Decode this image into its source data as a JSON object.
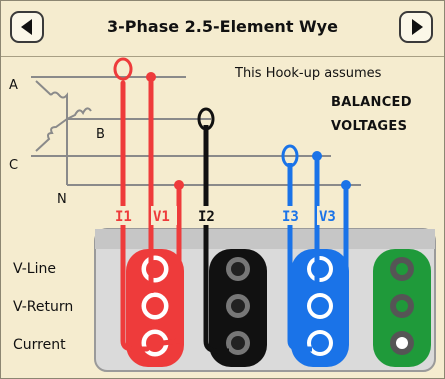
{
  "title": "3-Phase 2.5-Element Wye",
  "nav": {
    "prev_icon": "triangle-left-icon",
    "next_icon": "triangle-right-icon"
  },
  "note": {
    "line1": "This Hook-up assumes",
    "line2": "BALANCED",
    "line3": "VOLTAGES"
  },
  "phases": {
    "a": "A",
    "b": "B",
    "c": "C",
    "n": "N"
  },
  "probes": {
    "i1": "I1",
    "v1": "V1",
    "i2": "I2",
    "i3": "I3",
    "v3": "V3"
  },
  "terminals": {
    "vline": "V-Line",
    "vreturn": "V-Return",
    "current": "Current"
  },
  "colors": {
    "background": "#f5eccf",
    "phase1": "#ee3b3b",
    "phase2": "#111111",
    "phase3": "#1a73e8",
    "unused": "#1f9a3a",
    "meter": "#d8d8d8"
  }
}
